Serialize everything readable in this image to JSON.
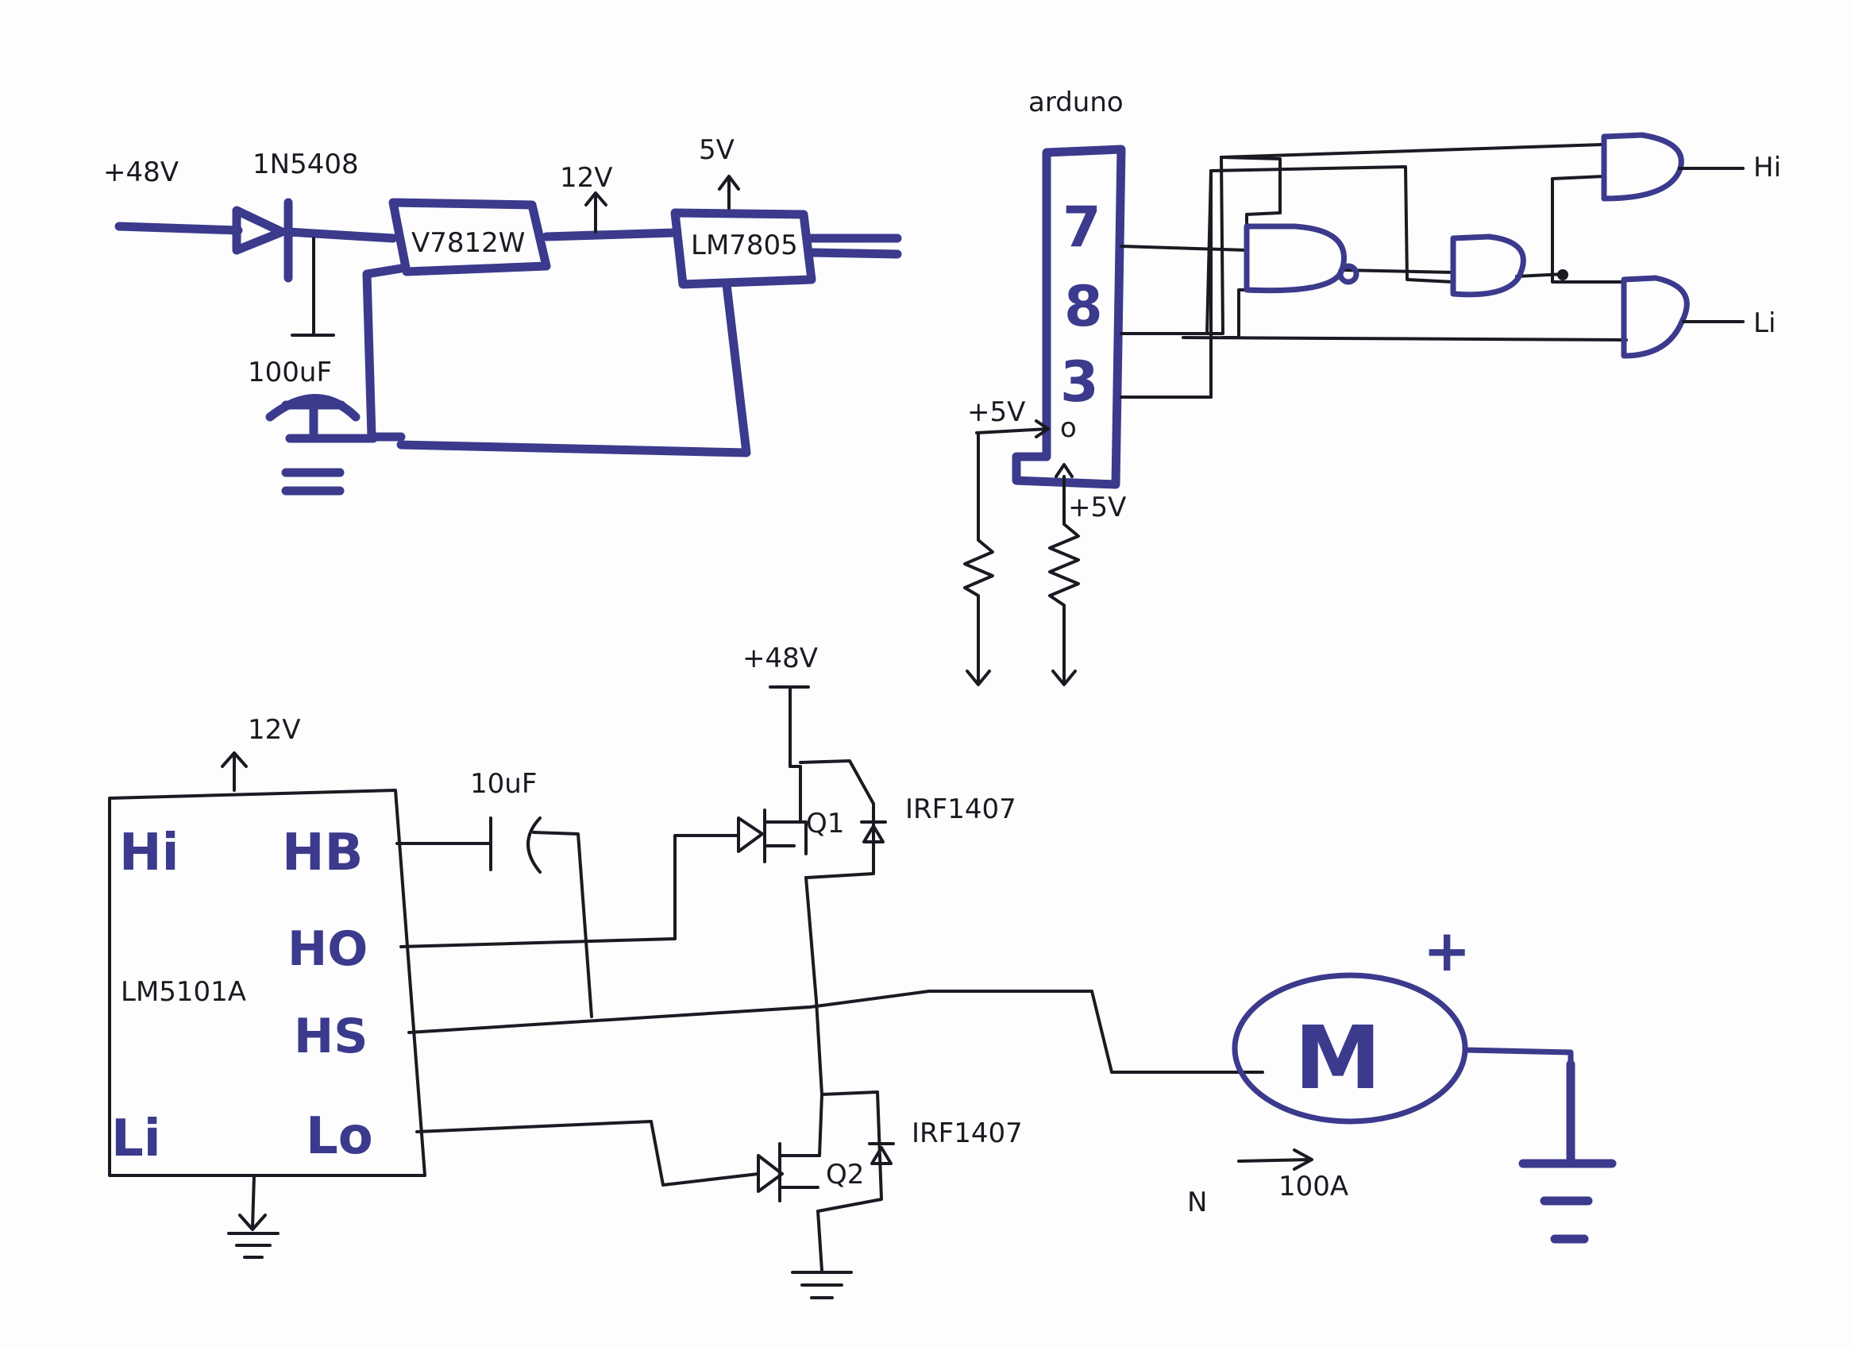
{
  "power": {
    "input_label": "+48V",
    "diode_label": "1N5408",
    "cap_label": "100uF",
    "reg12_label": "V7812W",
    "reg12_out_label": "12V",
    "reg5_label": "LM7805",
    "reg5_out_label": "5V"
  },
  "arduino": {
    "title": "arduno",
    "pin_7": "7",
    "pin_8": "8",
    "pin_3": "3",
    "pin_0": "o",
    "pullup_left": "+5V",
    "pullup_bottom": "+5V"
  },
  "logic": {
    "out_hi": "Hi",
    "out_li": "Li"
  },
  "driver": {
    "supply_label": "12V",
    "chip_name": "LM5101A",
    "pin_hi": "Hi",
    "pin_li": "Li",
    "pin_hb": "HB",
    "pin_ho": "HO",
    "pin_hs": "HS",
    "pin_lo": "Lo",
    "boot_cap_label": "10uF"
  },
  "bridge": {
    "supply_label": "+48V",
    "q1_label": "Q1",
    "q2_label": "Q2",
    "q1_part": "IRF1407",
    "q2_part": "IRF1407"
  },
  "motor": {
    "symbol": "M",
    "plus": "+",
    "current_label": "N",
    "current_value": "100A"
  },
  "colors": {
    "ink_blue": "#3b3a8c",
    "ink_black": "#1a1a22"
  }
}
